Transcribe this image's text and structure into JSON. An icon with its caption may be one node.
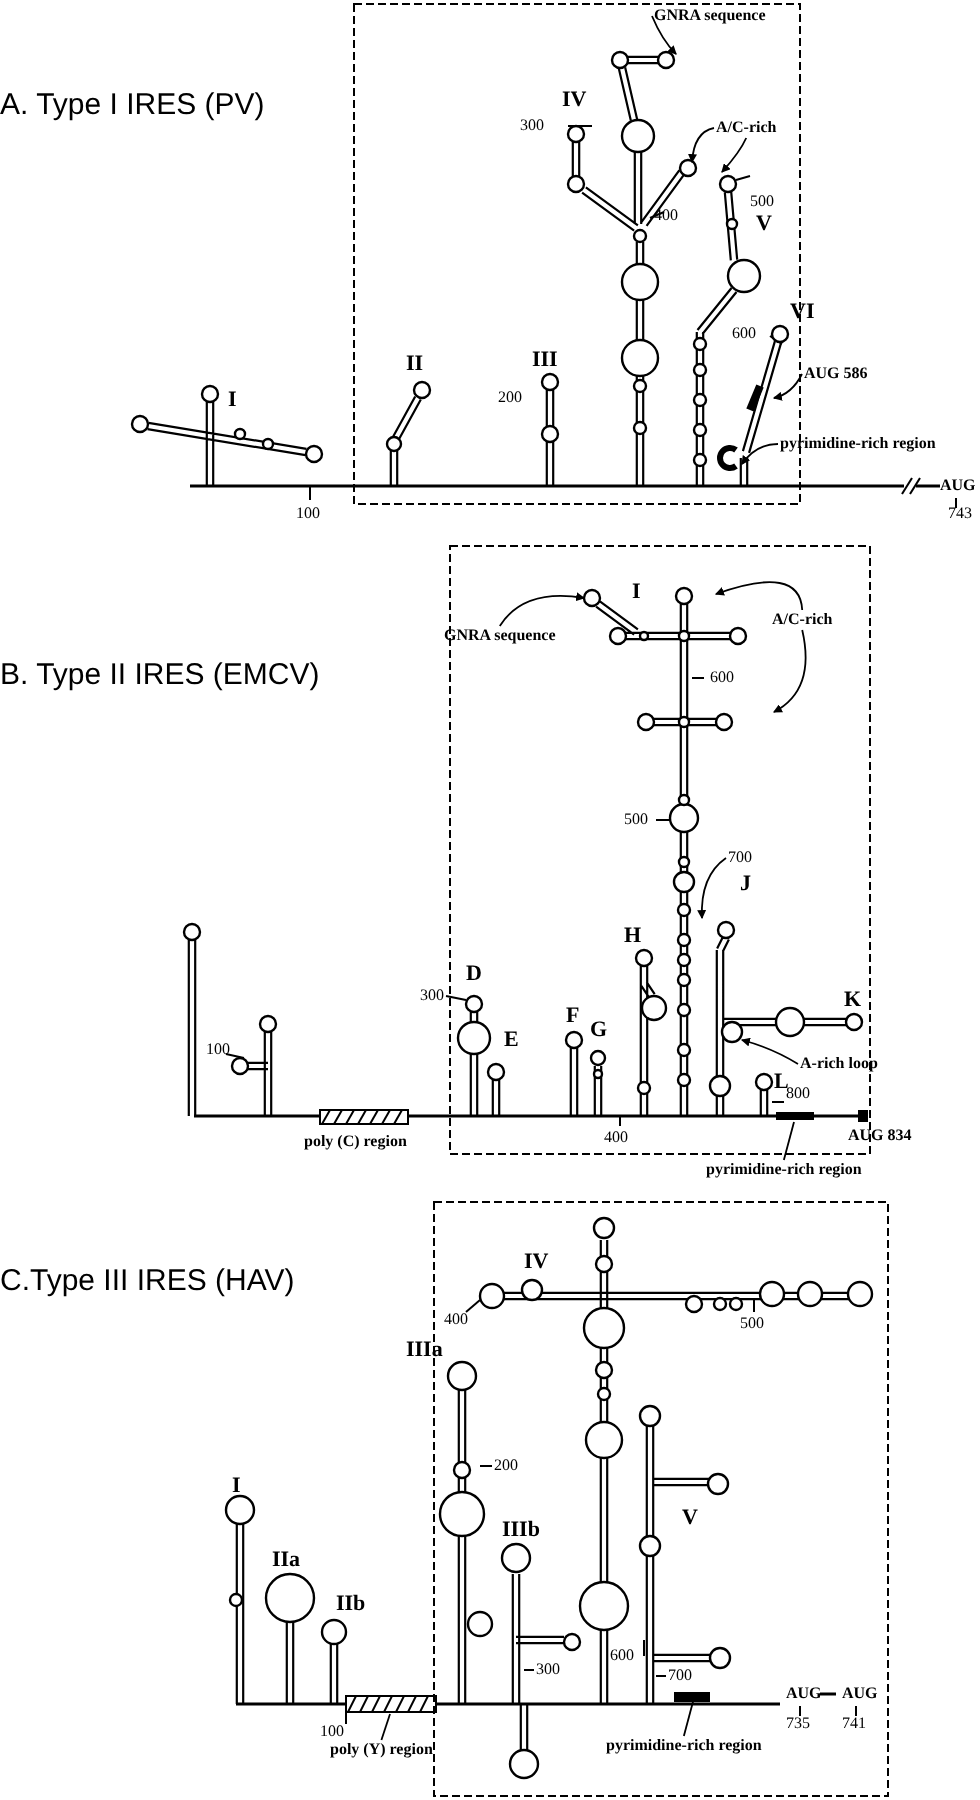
{
  "diagram": {
    "nodes": [
      {
        "text": [
          "GNRA sequence"
        ]
      },
      {
        "text": [
          "A/C-rich"
        ]
      },
      {
        "text": [
          "AUG 586"
        ]
      },
      {
        "text": [
          "pyrimidine-rich region"
        ]
      },
      {
        "text": [
          "GNRA sequence"
        ]
      },
      {
        "text": [
          "A/C-rich"
        ]
      },
      {
        "text": [
          "700"
        ]
      },
      {
        "text": [
          "A-rich loop"
        ]
      },
      {
        "text": [
          "pyrimidine-rich region"
        ]
      },
      {
        "text": [
          "poly (Y) region"
        ]
      },
      {
        "text": [
          "pyrimidine-rich region"
        ]
      }
    ],
    "edges": [
      {
        "from": 0,
        "to": null,
        "arrow": "to"
      },
      {
        "from": 1,
        "to": null,
        "arrow": "to"
      },
      {
        "from": 1,
        "to": null,
        "arrow": "to"
      },
      {
        "from": 2,
        "to": null,
        "arrow": "to"
      },
      {
        "from": 3,
        "to": null,
        "arrow": "to"
      },
      {
        "from": 4,
        "to": null,
        "arrow": "to"
      },
      {
        "from": 5,
        "to": null,
        "arrow": "to"
      },
      {
        "from": 5,
        "to": null,
        "arrow": "to"
      },
      {
        "from": 6,
        "to": null,
        "arrow": "to"
      },
      {
        "from": 7,
        "to": null,
        "arrow": "to"
      },
      {
        "from": 8,
        "to": null,
        "arrow": "none"
      },
      {
        "from": 9,
        "to": null,
        "arrow": "none"
      },
      {
        "from": 10,
        "to": null,
        "arrow": "none"
      }
    ],
    "labels": [
      "A. Type I IRES (PV)",
      "IV",
      "300",
      "500",
      "V",
      "400",
      "VI",
      "600",
      "II",
      "III",
      "200",
      "I",
      "100",
      "AUG",
      "743",
      "B. Type II IRES (EMCV)",
      "I",
      "600",
      "500",
      "J",
      "H",
      "D",
      "300",
      "K",
      "F",
      "G",
      "E",
      "100",
      "L",
      "800",
      "poly (C) region",
      "400",
      "AUG 834",
      "C.Type III IRES (HAV)",
      "IV",
      "400",
      "500",
      "IIIa",
      "200",
      "I",
      "IIIb",
      "V",
      "IIa",
      "IIb",
      "600",
      "300",
      "700",
      "AUG",
      "AUG",
      "735",
      "741",
      "100"
    ]
  }
}
